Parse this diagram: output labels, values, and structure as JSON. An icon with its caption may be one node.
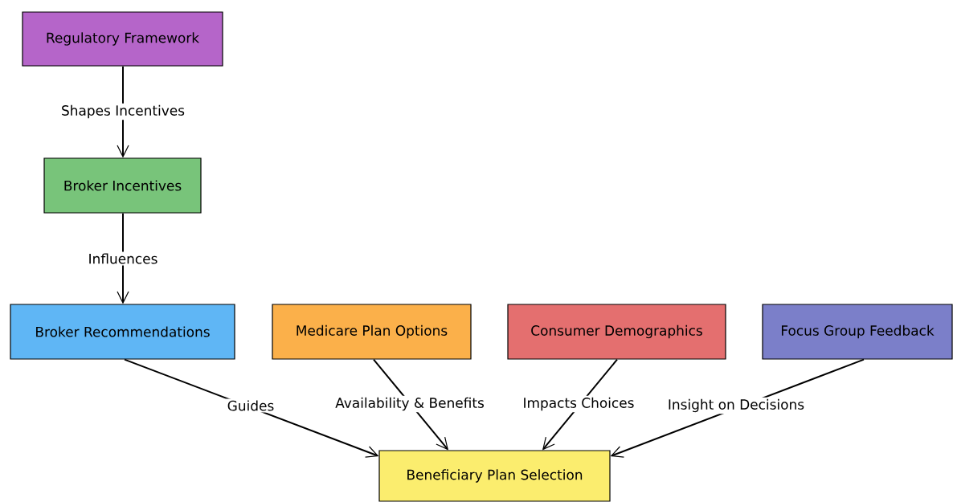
{
  "diagram": {
    "nodes": [
      {
        "text": [
          "Regulatory Framework"
        ]
      },
      {
        "text": [
          "Broker Incentives"
        ]
      },
      {
        "text": [
          "Broker Recommendations"
        ]
      },
      {
        "text": [
          "Medicare Plan Options"
        ]
      },
      {
        "text": [
          "Consumer Demographics"
        ]
      },
      {
        "text": [
          "Focus Group Feedback"
        ]
      },
      {
        "text": [
          "Beneficiary Plan Selection"
        ]
      }
    ],
    "edges": [
      {
        "from": 0,
        "to": 1,
        "arrow": "to",
        "label": "Shapes Incentives"
      },
      {
        "from": 1,
        "to": 2,
        "arrow": "to",
        "label": "Influences"
      },
      {
        "from": 2,
        "to": 6,
        "arrow": "to",
        "label": "Guides"
      },
      {
        "from": 3,
        "to": 6,
        "arrow": "to",
        "label": "Availability & Benefits"
      },
      {
        "from": 4,
        "to": 6,
        "arrow": "to",
        "label": "Impacts Choices"
      },
      {
        "from": 5,
        "to": 6,
        "arrow": "to",
        "label": "Insight on Decisions"
      }
    ]
  }
}
